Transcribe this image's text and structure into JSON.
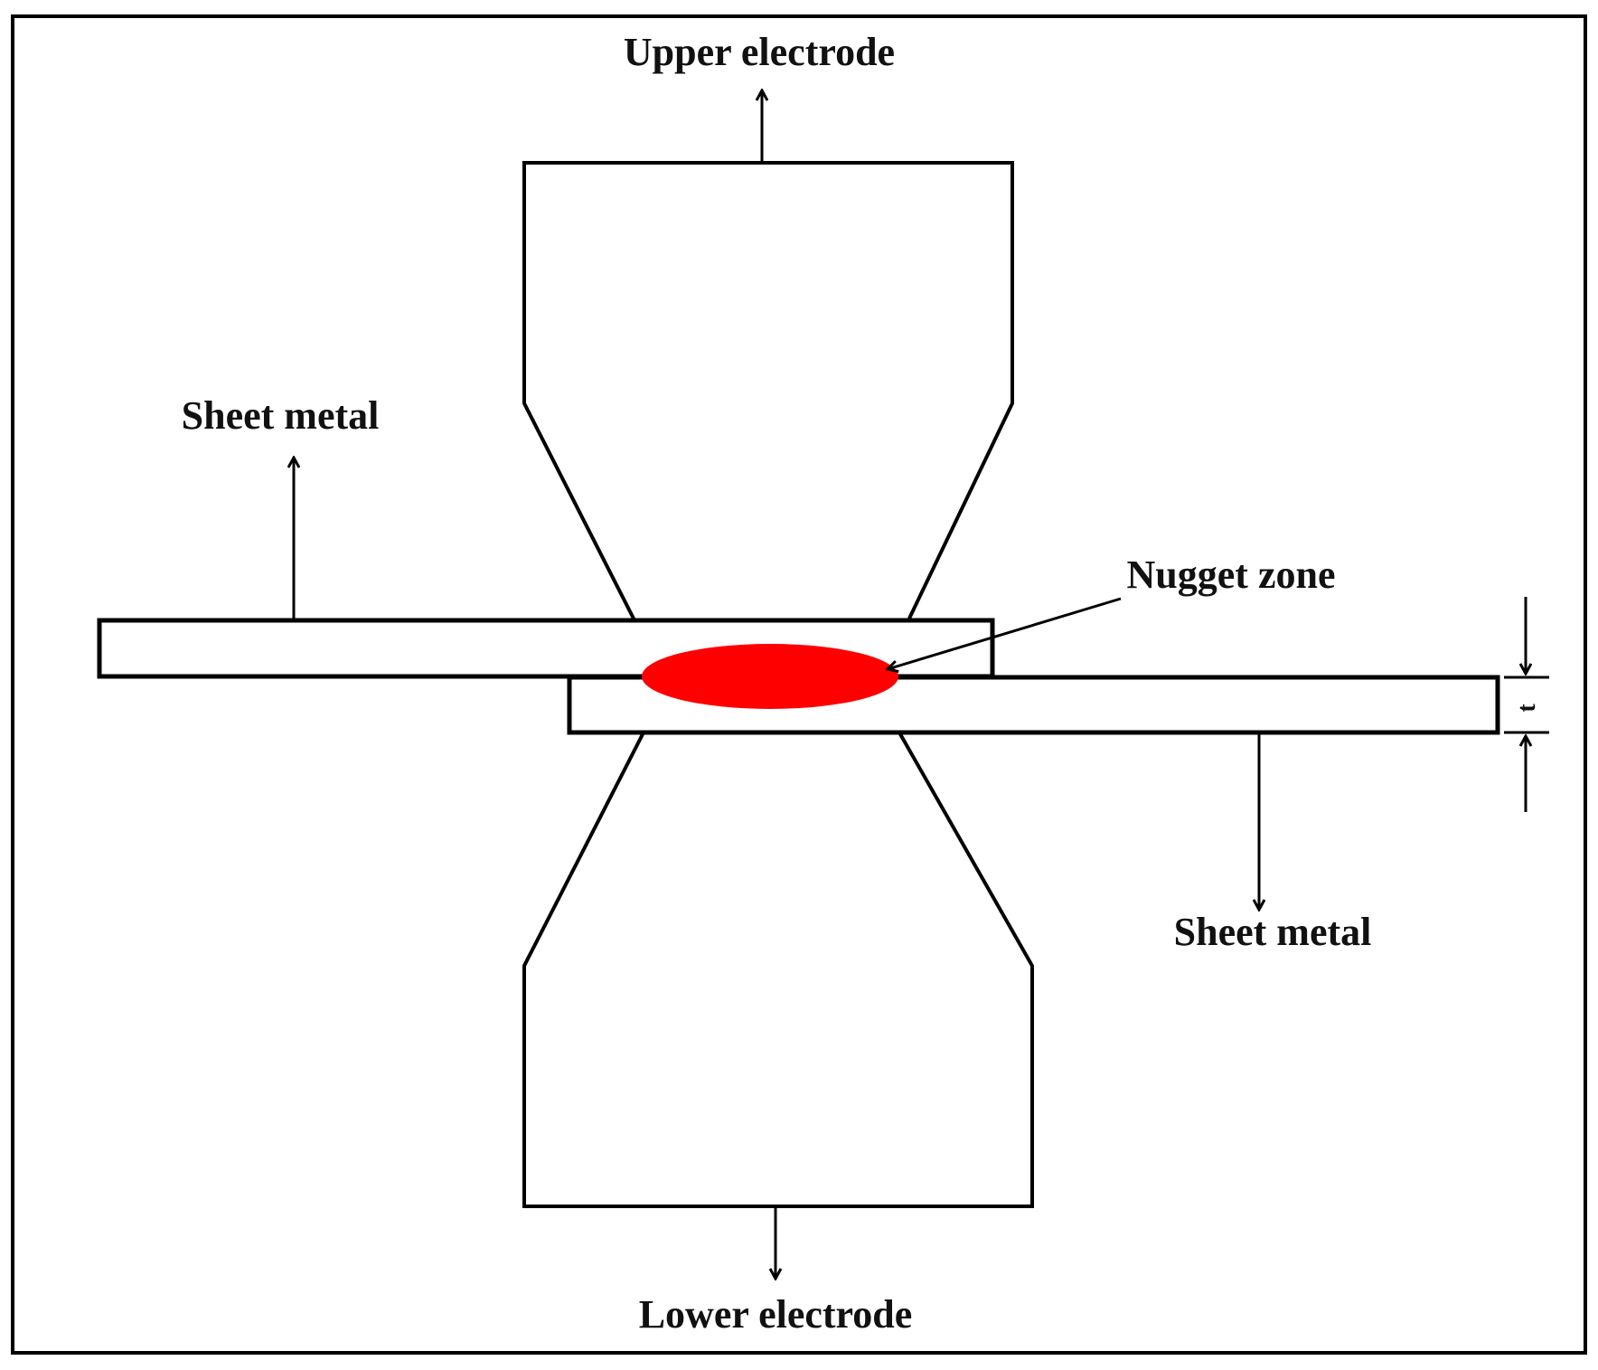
{
  "labels": {
    "upper_electrode": "Upper electrode",
    "lower_electrode": "Lower electrode",
    "sheet_metal_top": "Sheet metal",
    "sheet_metal_bottom": "Sheet metal",
    "nugget_zone": "Nugget zone",
    "thickness": "t"
  },
  "colors": {
    "outline": "#000000",
    "nugget": "#ff0000",
    "background": "#ffffff"
  }
}
